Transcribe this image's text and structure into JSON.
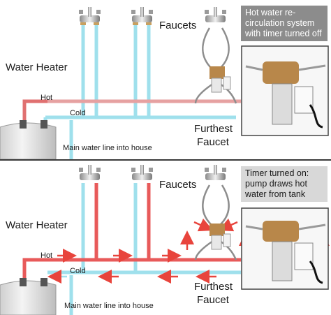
{
  "top_panel": {
    "caption": "Hot water re-circulation system with timer turned off",
    "labels": {
      "faucets": "Faucets",
      "water_heater": "Water Heater",
      "hot": "Hot",
      "cold": "Cold",
      "furthest_faucet_line1": "Furthest",
      "furthest_faucet_line2": "Faucet",
      "main_line": "Main water line into house"
    }
  },
  "bottom_panel": {
    "caption": "Timer turned on: pump draws hot water from tank",
    "labels": {
      "faucets": "Faucets",
      "water_heater": "Water Heater",
      "hot": "Hot",
      "cold": "Cold",
      "furthest_faucet_line1": "Furthest",
      "furthest_faucet_line2": "Faucet",
      "main_line": "Main water line into house"
    }
  },
  "colors": {
    "hot_pipe": "#e85a5a",
    "cold_pipe": "#9fe0ec",
    "arrow": "#e8443c",
    "caption_top_bg": "#8c8c8c",
    "caption_bottom_bg": "#d8d8d8",
    "tank": "#e6e6e6",
    "brass": "#b8874a"
  },
  "icons": [
    "faucet-icon",
    "water-heater-icon",
    "recirculation-pump-icon",
    "timer-outlet-icon"
  ]
}
